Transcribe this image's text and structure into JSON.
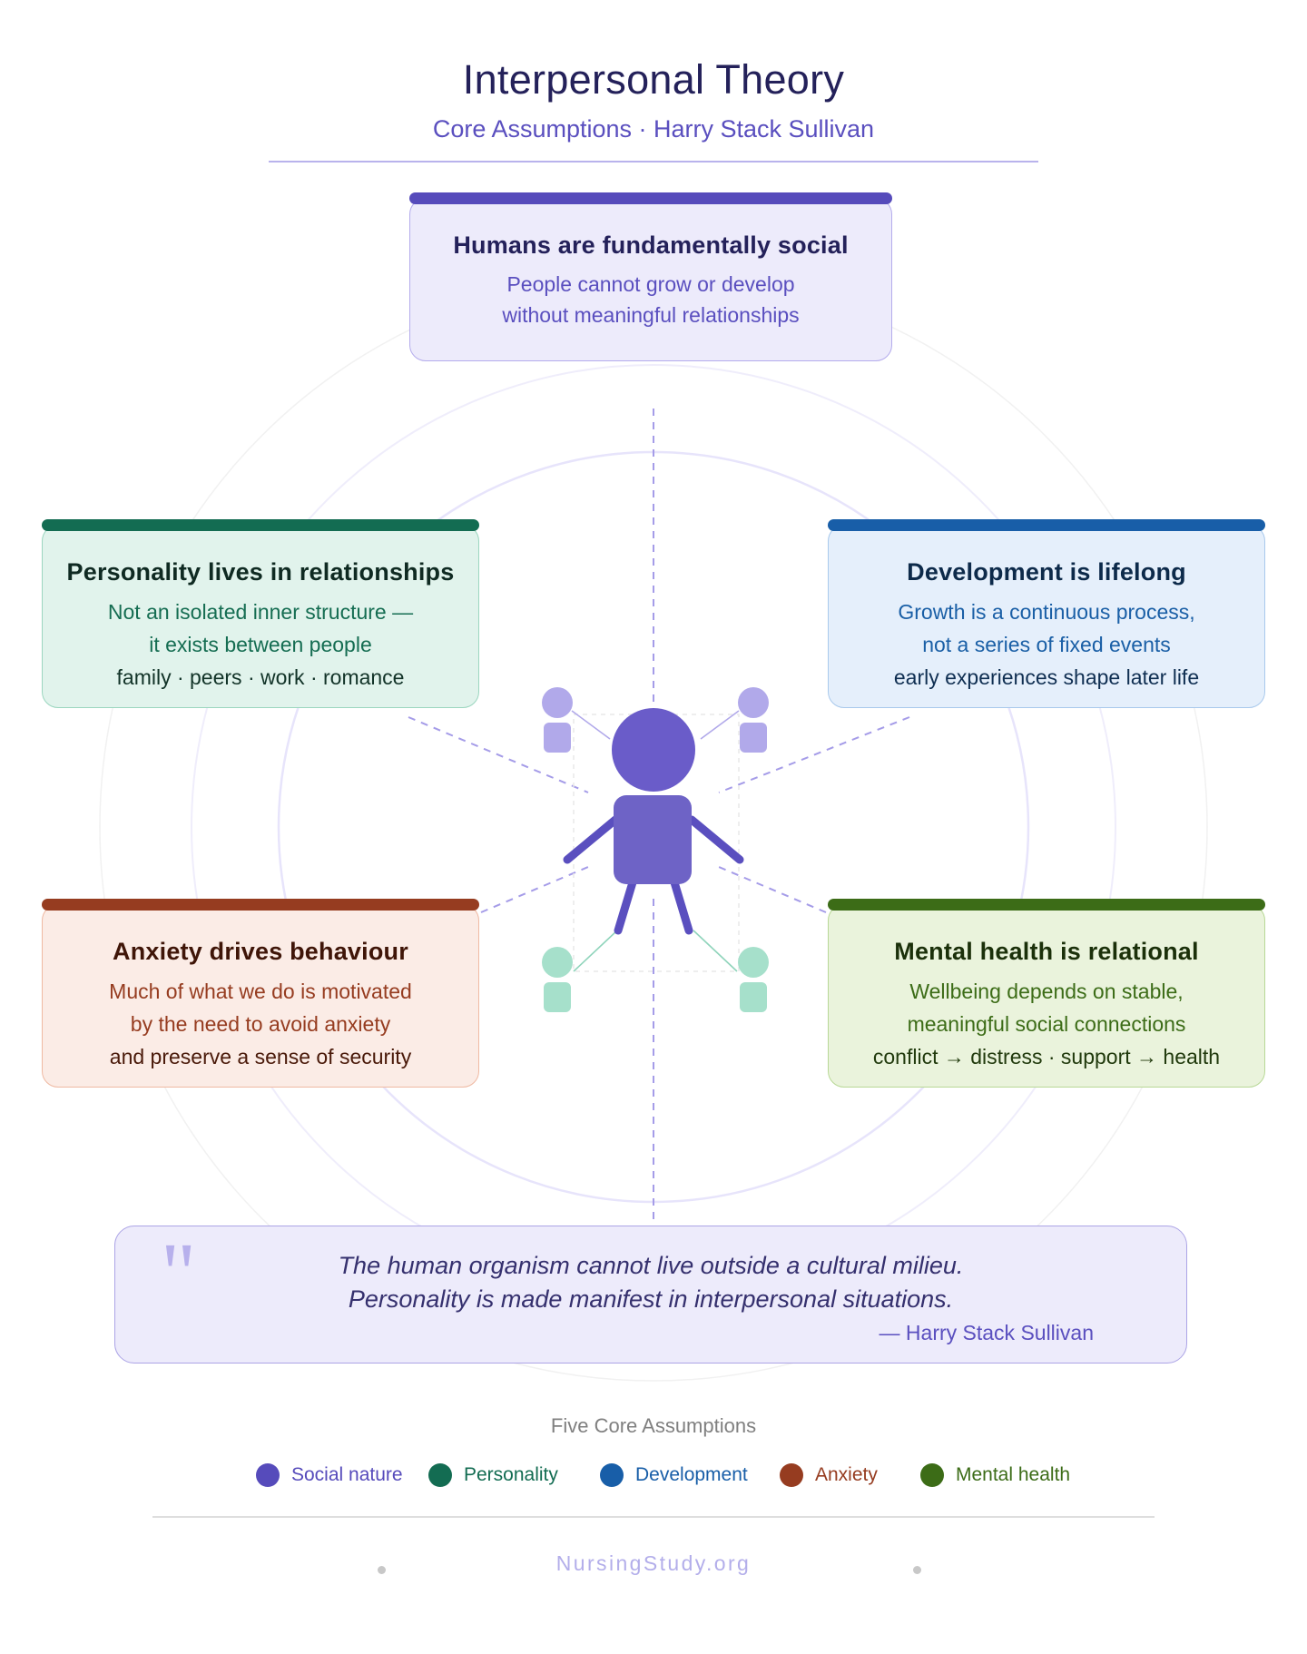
{
  "header": {
    "title": "Interpersonal Theory",
    "subtitle": "Core Assumptions · Harry Stack Sullivan"
  },
  "cards": {
    "social": {
      "title": "Humans are fundamentally social",
      "lines": [
        "People cannot grow or develop",
        "without meaningful relationships"
      ]
    },
    "personality": {
      "title": "Personality lives in relationships",
      "lines": [
        "Not an isolated inner structure —",
        "it exists between people",
        "family · peers · work · romance"
      ]
    },
    "development": {
      "title": "Development is lifelong",
      "lines": [
        "Growth is a continuous process,",
        "not a series of fixed events",
        "early experiences shape later life"
      ]
    },
    "anxiety": {
      "title": "Anxiety drives behaviour",
      "lines": [
        "Much of what we do is motivated",
        "by the need to avoid anxiety",
        "and preserve a sense of security"
      ]
    },
    "mental_health": {
      "title": "Mental health is relational",
      "lines": [
        "Wellbeing depends on stable,",
        "meaningful social connections",
        "conflict → distress · support → health"
      ]
    }
  },
  "quote": {
    "mark": "\"",
    "line1": "The human organism cannot live outside a cultural milieu.",
    "line2": "Personality is made manifest in interpersonal situations.",
    "attribution": "— Harry Stack Sullivan"
  },
  "legend": {
    "title": "Five Core Assumptions",
    "items": [
      {
        "label": "Social nature",
        "color": "#564bbb"
      },
      {
        "label": "Personality",
        "color": "#136c52"
      },
      {
        "label": "Development",
        "color": "#185ea8"
      },
      {
        "label": "Anxiety",
        "color": "#963c20"
      },
      {
        "label": "Mental health",
        "color": "#3c6c17"
      }
    ]
  },
  "footer": {
    "site": "NursingStudy.org"
  }
}
